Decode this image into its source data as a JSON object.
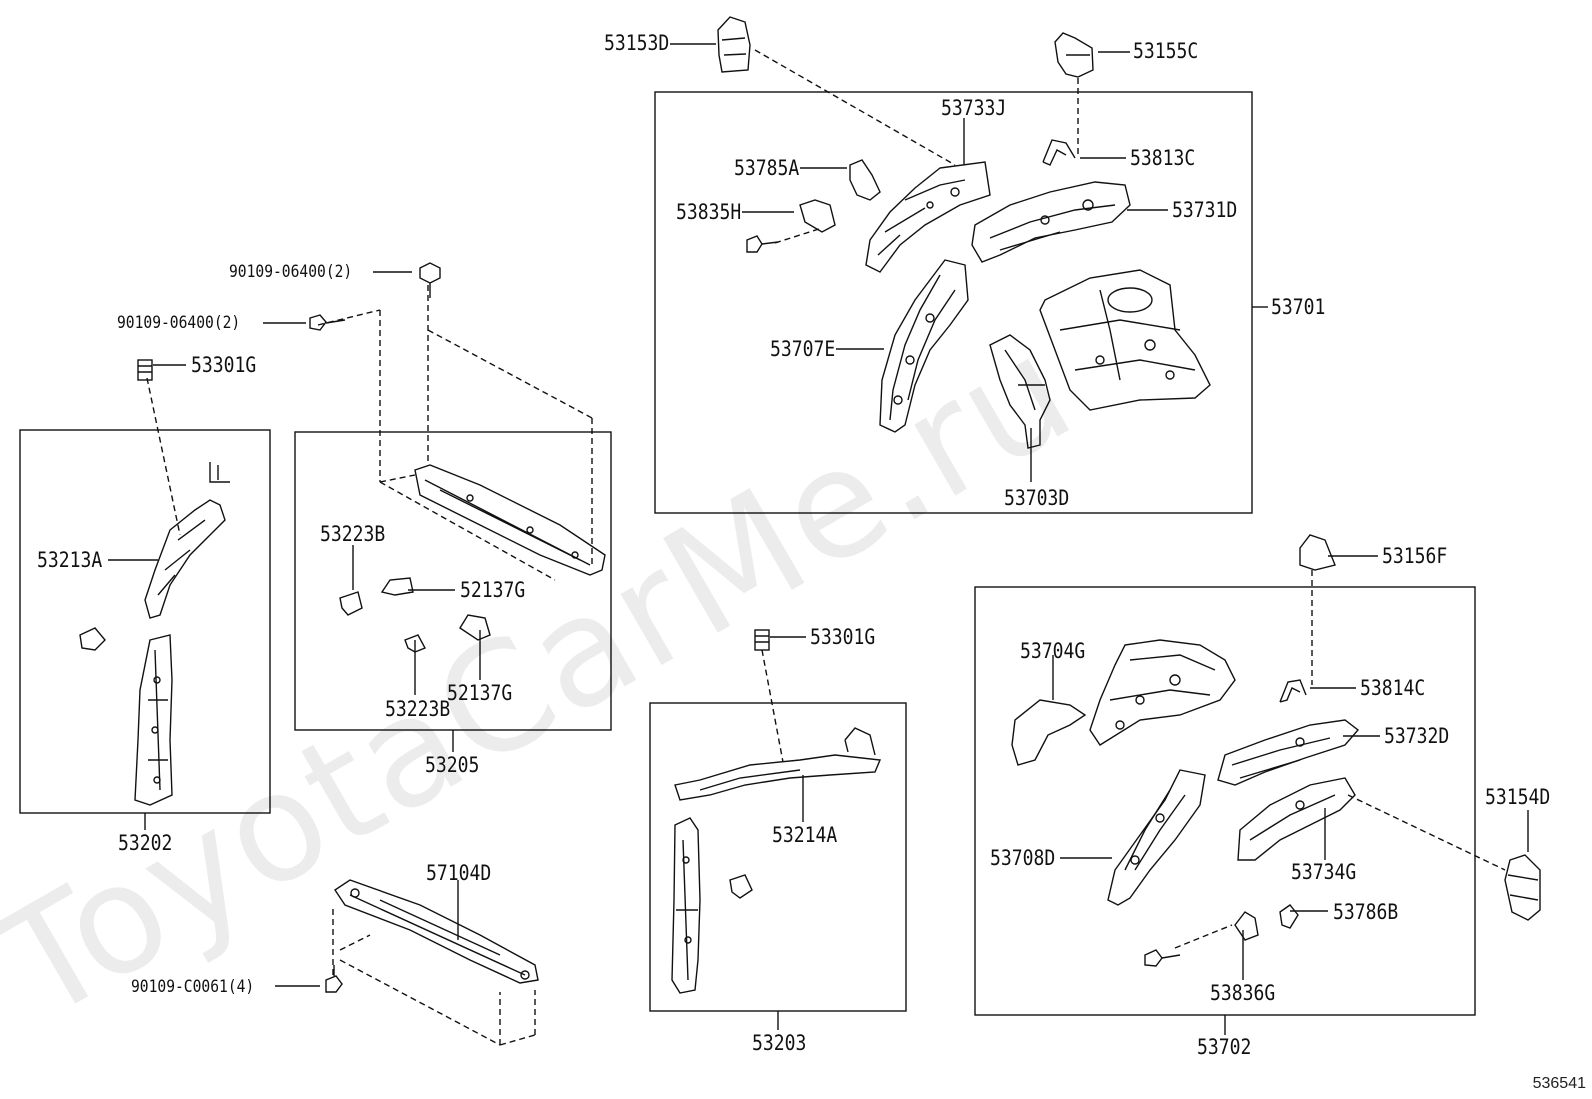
{
  "watermark": "ToyotaCarMe.ru",
  "reference_number": "536541",
  "labels": {
    "p53153D": "53153D",
    "p53155C": "53155C",
    "p53733J": "53733J",
    "p53785A": "53785A",
    "p53813C": "53813C",
    "p53835H": "53835H",
    "p53731D": "53731D",
    "p53701": "53701",
    "p53707E": "53707E",
    "p53703D": "53703D",
    "p90109_a": "90109-06400(2)",
    "p90109_b": "90109-06400(2)",
    "p53301G_a": "53301G",
    "p53213A": "53213A",
    "p53202": "53202",
    "p53223B_a": "53223B",
    "p52137G_a": "52137G",
    "p52137G_b": "52137G",
    "p53223B_b": "53223B",
    "p53205": "53205",
    "p53156F": "53156F",
    "p53301G_b": "53301G",
    "p53214A": "53214A",
    "p53203": "53203",
    "p57104D": "57104D",
    "p90109_c": "90109-C0061(4)",
    "p53704G": "53704G",
    "p53814C": "53814C",
    "p53732D": "53732D",
    "p53154D": "53154D",
    "p53708D": "53708D",
    "p53734G": "53734G",
    "p53786B": "53786B",
    "p53836G": "53836G",
    "p53702": "53702"
  }
}
